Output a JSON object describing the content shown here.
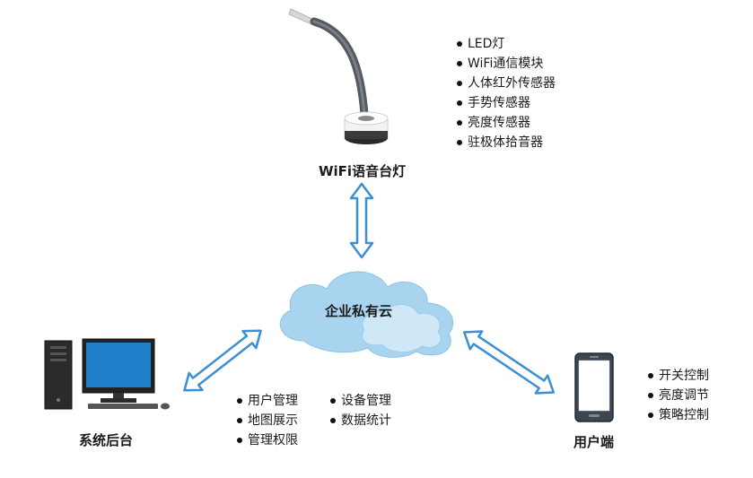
{
  "lamp": {
    "title": "WiFi语音台灯",
    "features": [
      "LED灯",
      "WiFi通信模块",
      "人体红外传感器",
      "手势传感器",
      "亮度传感器",
      "驻极体拾音器"
    ]
  },
  "cloud": {
    "label": "企业私有云"
  },
  "backend": {
    "title": "系统后台",
    "features_col1": [
      "用户管理",
      "地图展示",
      "管理权限"
    ],
    "features_col2": [
      "设备管理",
      "数据统计"
    ]
  },
  "client": {
    "title": "用户端",
    "features": [
      "开关控制",
      "亮度调节",
      "策略控制"
    ]
  },
  "colors": {
    "arrow_stroke": "#3a8fd6",
    "cloud_fill": "#a9d4ef",
    "cloud_highlight": "#cfe8f7"
  }
}
